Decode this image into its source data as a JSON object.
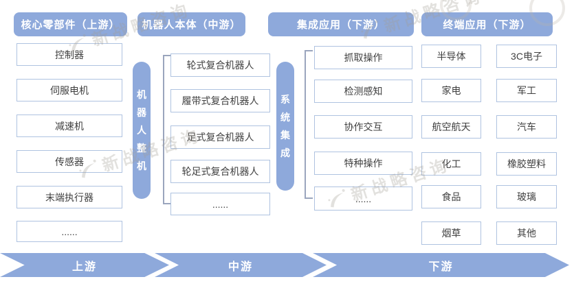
{
  "columns": [
    {
      "header": "核心零部件（上游）",
      "items": [
        "控制器",
        "伺服电机",
        "减速机",
        "传感器",
        "末端执行器",
        "......"
      ]
    },
    {
      "header": "机器人本体（中游）",
      "items": [
        "轮式复合机器人",
        "履带式复合机器人",
        "足式复合机器人",
        "轮足式复合机器人",
        "......"
      ]
    },
    {
      "header": "集成应用（下游）",
      "items": [
        "抓取操作",
        "检测感知",
        "协作交互",
        "特种操作",
        "......"
      ]
    },
    {
      "header": "终端应用（下游）",
      "items_left": [
        "半导体",
        "家电",
        "航空航天",
        "化工",
        "食品",
        "烟草"
      ],
      "items_right": [
        "3C电子",
        "军工",
        "汽车",
        "橡胶塑料",
        "玻璃",
        "其他"
      ]
    }
  ],
  "side_labels": {
    "robot_unit": "机器人整机",
    "system_integration": "系统集成"
  },
  "flow_bands": [
    "上游",
    "中游",
    "下游"
  ],
  "watermark": {
    "text": "新战略咨询"
  },
  "colors": {
    "accent_blue": "#8EA9DB",
    "box_border": "#AEC2E0",
    "box_text": "#3F3F3F",
    "bracket": "#9AA5BD",
    "watermark_gray": "#A39D94"
  }
}
